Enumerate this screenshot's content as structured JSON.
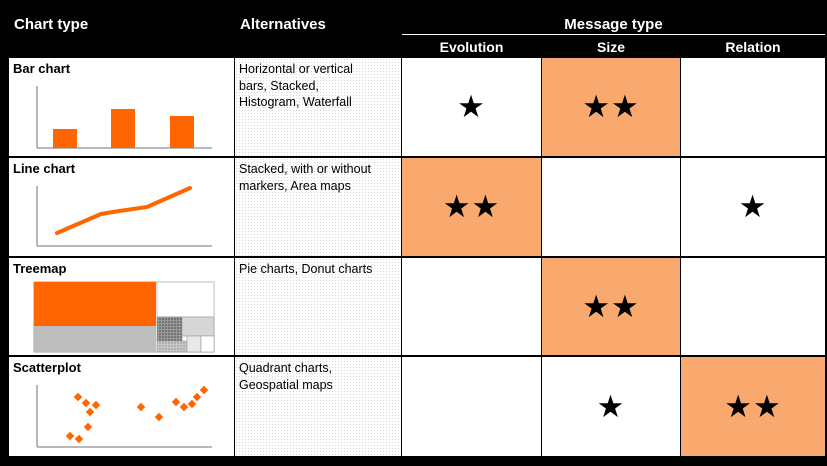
{
  "header": {
    "chart_type": "Chart type",
    "alternatives": "Alternatives",
    "message_type": "Message type",
    "columns": [
      "Evolution",
      "Size",
      "Relation"
    ]
  },
  "rows": [
    {
      "chart": "Bar chart",
      "alternatives": [
        "Horizontal or vertical",
        "bars, Stacked,",
        "Histogram, Waterfall"
      ],
      "ratings": [
        "★",
        "★★",
        ""
      ]
    },
    {
      "chart": "Line chart",
      "alternatives": [
        "Stacked, with or without",
        "markers, Area maps"
      ],
      "ratings": [
        "★★",
        "",
        "★"
      ]
    },
    {
      "chart": "Treemap",
      "alternatives": [
        "Pie charts, Donut charts"
      ],
      "ratings": [
        "",
        "★★",
        ""
      ]
    },
    {
      "chart": "Scatterplot",
      "alternatives": [
        "Quadrant charts,",
        "Geospatial maps"
      ],
      "ratings": [
        "",
        "★",
        "★★"
      ]
    }
  ],
  "colors": {
    "highlight": "#f9a86e",
    "accent": "#ff6600",
    "header_bg": "#000000"
  },
  "icons": [
    "star-icon",
    "bar-chart-thumbnail",
    "line-chart-thumbnail",
    "treemap-thumbnail",
    "scatterplot-thumbnail"
  ]
}
